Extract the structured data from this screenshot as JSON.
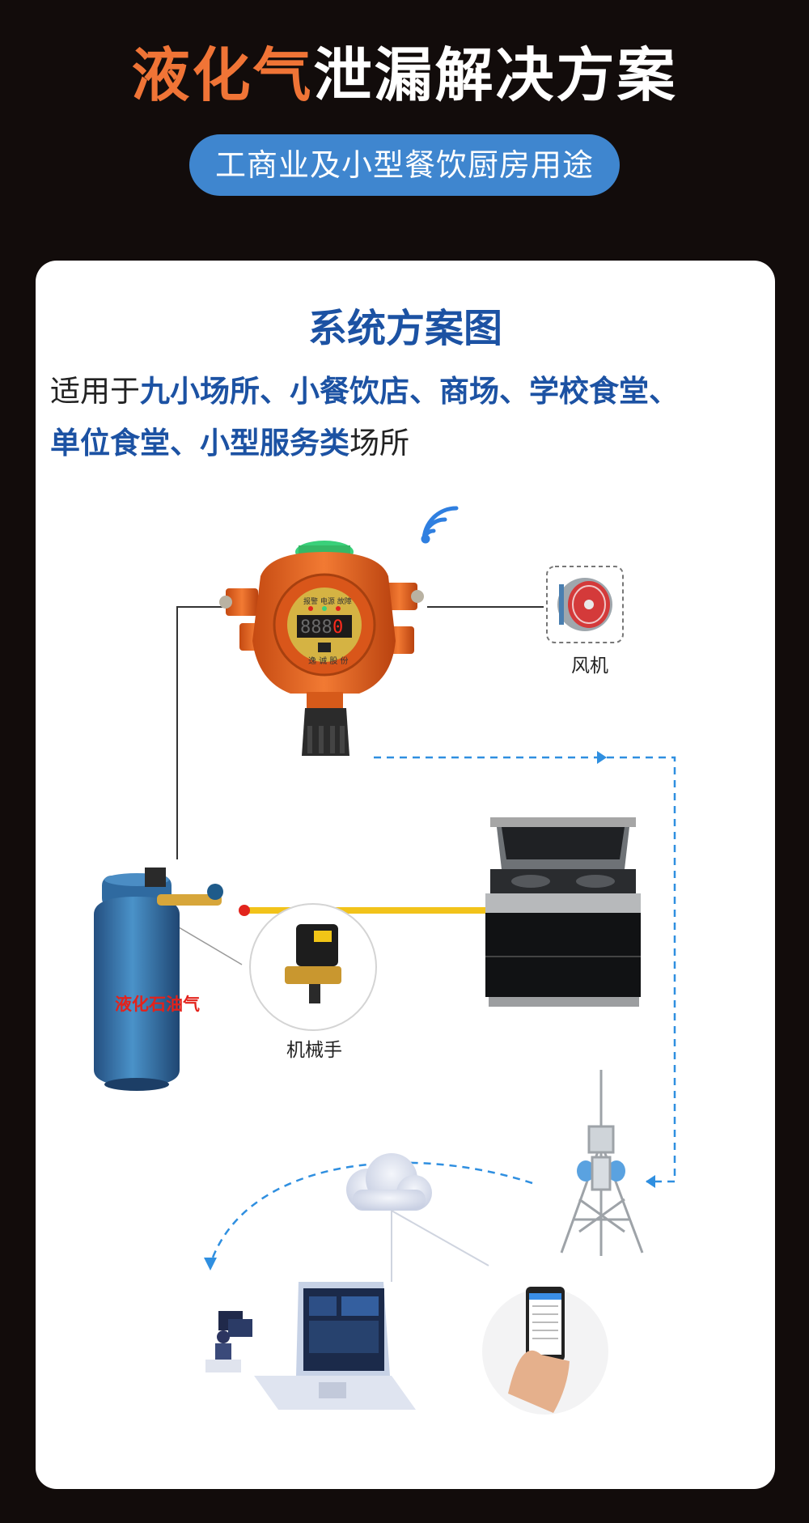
{
  "header": {
    "title_highlight": "液化气",
    "title_rest": "泄漏解决方案",
    "subtitle": "工商业及小型餐饮厨房用途"
  },
  "card": {
    "title": "系统方案图",
    "desc_lead": "适用于",
    "desc_venues_line1": "九小场所、小餐饮店、商场、学校食堂、",
    "desc_venues_line2": "单位食堂、小型服务类",
    "desc_tail": "场所"
  },
  "diagram": {
    "detector_display": "888",
    "detector_display_red": "0",
    "fan_label": "风机",
    "valve_label": "机械手",
    "cylinder_label": "液化石油气",
    "colors": {
      "detector_body": "#e8601f",
      "gas_pipe": "#f2c31a",
      "link_dash": "#2f8fe0",
      "cylinder": "#3a7fb8"
    }
  }
}
